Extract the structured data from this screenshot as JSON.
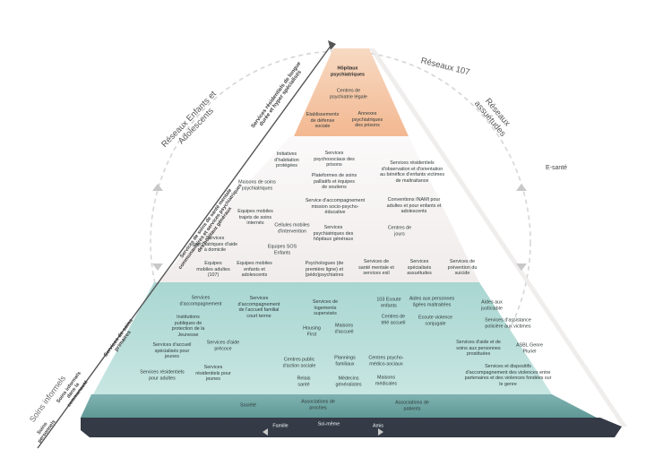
{
  "levels": {
    "top": [
      "Hôpitaux\npsychiatriques",
      "Centres de\npsychiatrie légale",
      "Etablissements\nde défense\nsociale",
      "Annexes\npsychiatriques\ndes prisons"
    ],
    "mid": [
      "Initiatives\nd'habitation\nprotégées",
      "Services\npsychosociaux des\nprisons",
      "Services résidentiels\nd'observation et d'orientation\nau bénéfice d'enfants victimes\nde maltraitance",
      "Plateformes de soins\npalliatifs et équipes\nde soutiens",
      "Maisons de soins\npsychiatriques",
      "Service d'accompagnement\nmission socio-psycho-\néducative",
      "Conventions INAMI pour\nadultes et pour enfants et\nadolescents",
      "Equipes mobiles\ntrajets de soins\ninternés",
      "Cellules mobiles\nd'intervention",
      "Services\npsychiatriques des\nhôpitaux généraux",
      "Centres de\njours",
      "Services\npsychiatriques d'aide\nà domicile",
      "Equipes SOS\nEnfants",
      "Equipes\nmobiles adultes\n(107)",
      "Equipes mobiles\nenfants et\nadolescents",
      "Psychologues (de\npremière ligne) et\n(pédo)psychiatres",
      "Services de\nsanté mentale et\nservices exil",
      "Services\nspécialisés\nassuétudes",
      "Services de\nprévention du\nsuicide"
    ],
    "primary": [
      "Services\nd'accompagnement",
      "Services\nd'accompagnement\nde l'accueil familial\ncourt terme",
      "Services de\nlogements\nsupervisés",
      "103 Ecoute\nenfants",
      "Aides aux personnes\nâgées maltraitées",
      "Aides aux\njusticiable",
      "Institutions\npubliques de\nprotection de la\nJeunesse",
      "Centres de\ntélé accueil",
      "Ecoute violence\nconjugale",
      "Services d'assistance\npolicière aux victimes",
      "Housing\nFirst",
      "Maisons\nd'accueil",
      "Services d'accueil\nspécialisés pour\njeunes",
      "Services d'aide\nprécoce",
      "Services d'aide et de\nsoins aux personnes\nprostituées",
      "ASBL Genre\nPluriel",
      "Plannings\nfamiliaux",
      "Centres psycho-\nmédico-sociaux",
      "Centres public\nd'action sociale",
      "Services et dispositifs\nd'accompagnement des violences entre\npartenaires et des violences fondées sur\nle genre",
      "Services résidentiels\npour adultes",
      "Services\nrésidentiels pour\njeunes",
      "Relais\nsanté",
      "Médecins\ngénéralistes",
      "Maisons\nmédicales"
    ],
    "informal": [
      "Société",
      "Associations de\nproches",
      "Associations de\npatients"
    ],
    "personal": [
      "Famille",
      "Soi-même",
      "Amis"
    ]
  },
  "side_labels": {
    "long_term": "Services résidentiels de longue\ndurée et hyper spécialisés",
    "mental_health": "Services de soins de santé mentale\ncommunautaires et services psychiatriques\ndes hôpitaux généraux",
    "primary_care": "Services de soins\nprimaires",
    "informal_care": "Soins informels\ndans la\ncommunauté",
    "personal_care": "Soins\npersonnels",
    "informal_big": "Soins informels"
  },
  "networks": {
    "children": "Réseaux Enfants et\nAdolescents",
    "n107": "Réseaux 107",
    "addiction": "Réseaux\nassuétudes",
    "esante": "E-santé"
  },
  "colors": {
    "top": "#f6c9a8",
    "mid": "#f7f3f3",
    "primary": "#b6dcd7",
    "informal": "#6fa7a5",
    "personal": "#333a45"
  }
}
